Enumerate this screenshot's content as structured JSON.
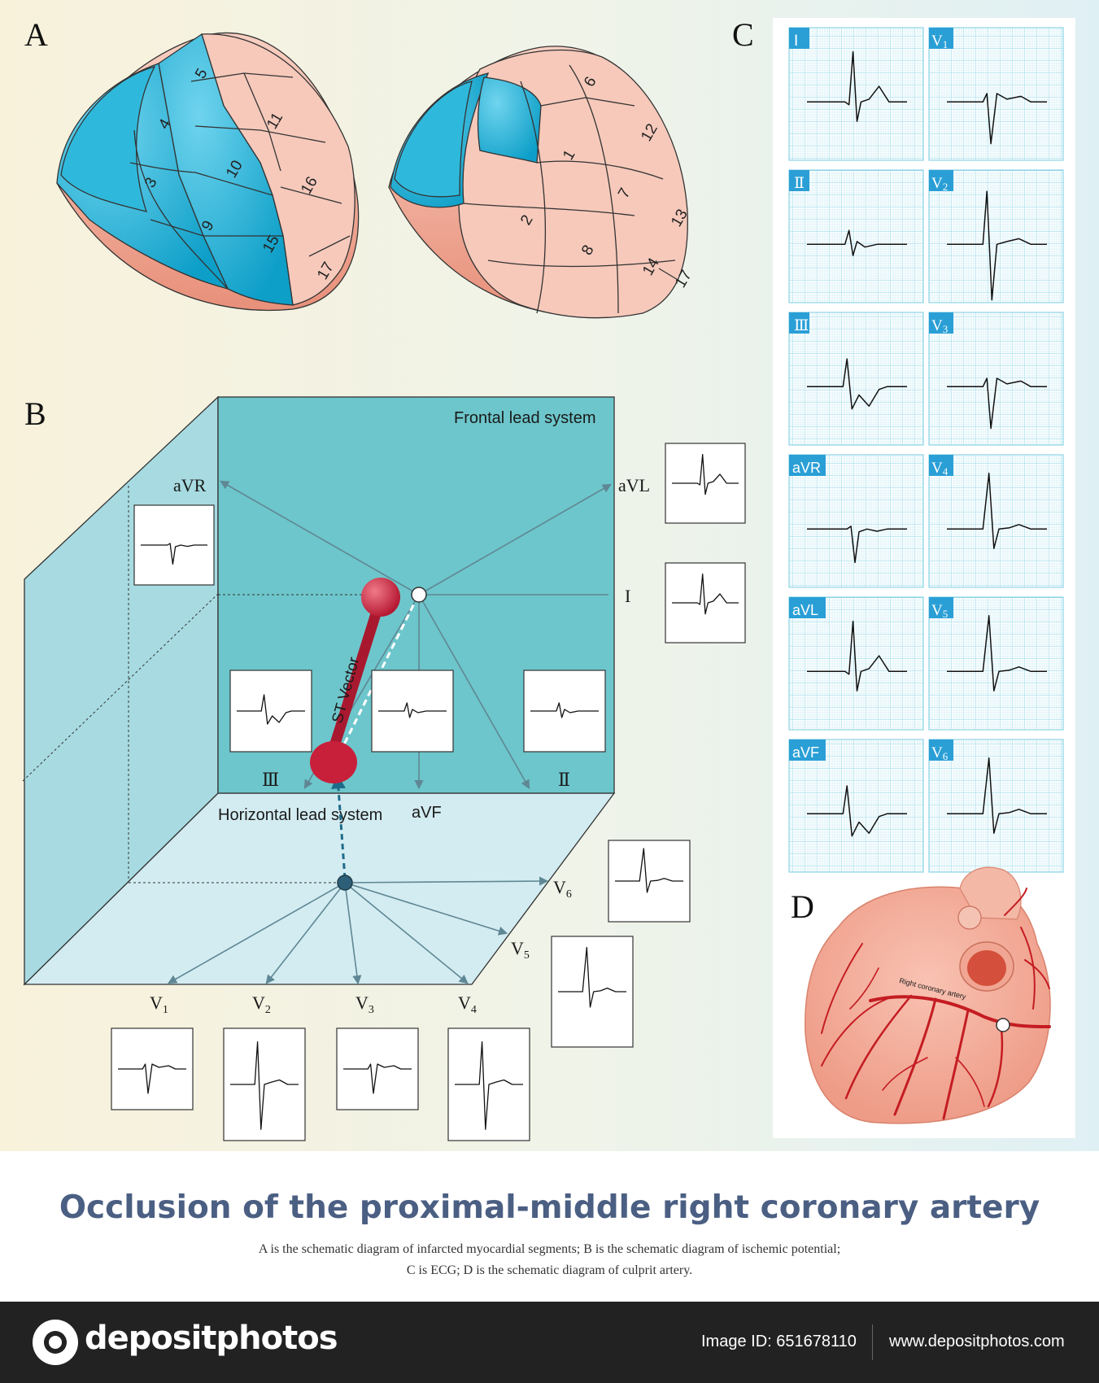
{
  "panels": {
    "a": "A",
    "b": "B",
    "c": "C",
    "d": "D"
  },
  "segments": {
    "left": [
      "5",
      "4",
      "11",
      "10",
      "3",
      "16",
      "9",
      "15",
      "17"
    ],
    "right": [
      "6",
      "12",
      "1",
      "7",
      "2",
      "13",
      "8",
      "14",
      "17"
    ]
  },
  "panel_b": {
    "frontal_title": "Frontal lead system",
    "horizontal_title": "Horizontal lead system",
    "st_vector_label": "ST Vector",
    "frontal_leads": {
      "avr": "aVR",
      "avl": "aVL",
      "i": "I",
      "iii": "Ⅲ",
      "avf": "aVF",
      "ii": "Ⅱ"
    },
    "precordial": {
      "v1": {
        "base": "V",
        "sub": "1"
      },
      "v2": {
        "base": "V",
        "sub": "2"
      },
      "v3": {
        "base": "V",
        "sub": "3"
      },
      "v4": {
        "base": "V",
        "sub": "4"
      },
      "v5": {
        "base": "V",
        "sub": "5"
      },
      "v6": {
        "base": "V",
        "sub": "6"
      }
    }
  },
  "panel_c": {
    "leads_left": [
      "I",
      "Ⅱ",
      "Ⅲ",
      "aVR",
      "aVL",
      "aVF"
    ],
    "leads_right": [
      {
        "base": "V",
        "sub": "1"
      },
      {
        "base": "V",
        "sub": "2"
      },
      {
        "base": "V",
        "sub": "3"
      },
      {
        "base": "V",
        "sub": "4"
      },
      {
        "base": "V",
        "sub": "5"
      },
      {
        "base": "V",
        "sub": "6"
      }
    ]
  },
  "panel_d": {
    "artery_label": "Right coronary artery"
  },
  "title": "Occlusion of the proximal-middle right coronary artery",
  "caption_line1": "A is the schematic diagram of infarcted myocardial segments; B is the schematic diagram of ischemic potential;",
  "caption_line2": "C is ECG; D is the schematic diagram of culprit artery.",
  "footer": {
    "brand": "depositphotos",
    "image_id": "Image ID: 651678110",
    "url": "www.depositphotos.com"
  },
  "colors": {
    "infarct_blue": "#18b4d9",
    "myocardium_pink": "#f6c9bb",
    "frontal_plane": "#6dc6cb",
    "horizontal_plane": "#cce9ee",
    "st_vector": "#a8192f",
    "ecg_grid": "#8ed4e6",
    "lead_tag": "#2a9fd6",
    "title_color": "#4b5f83",
    "footer_bg": "#222222"
  }
}
